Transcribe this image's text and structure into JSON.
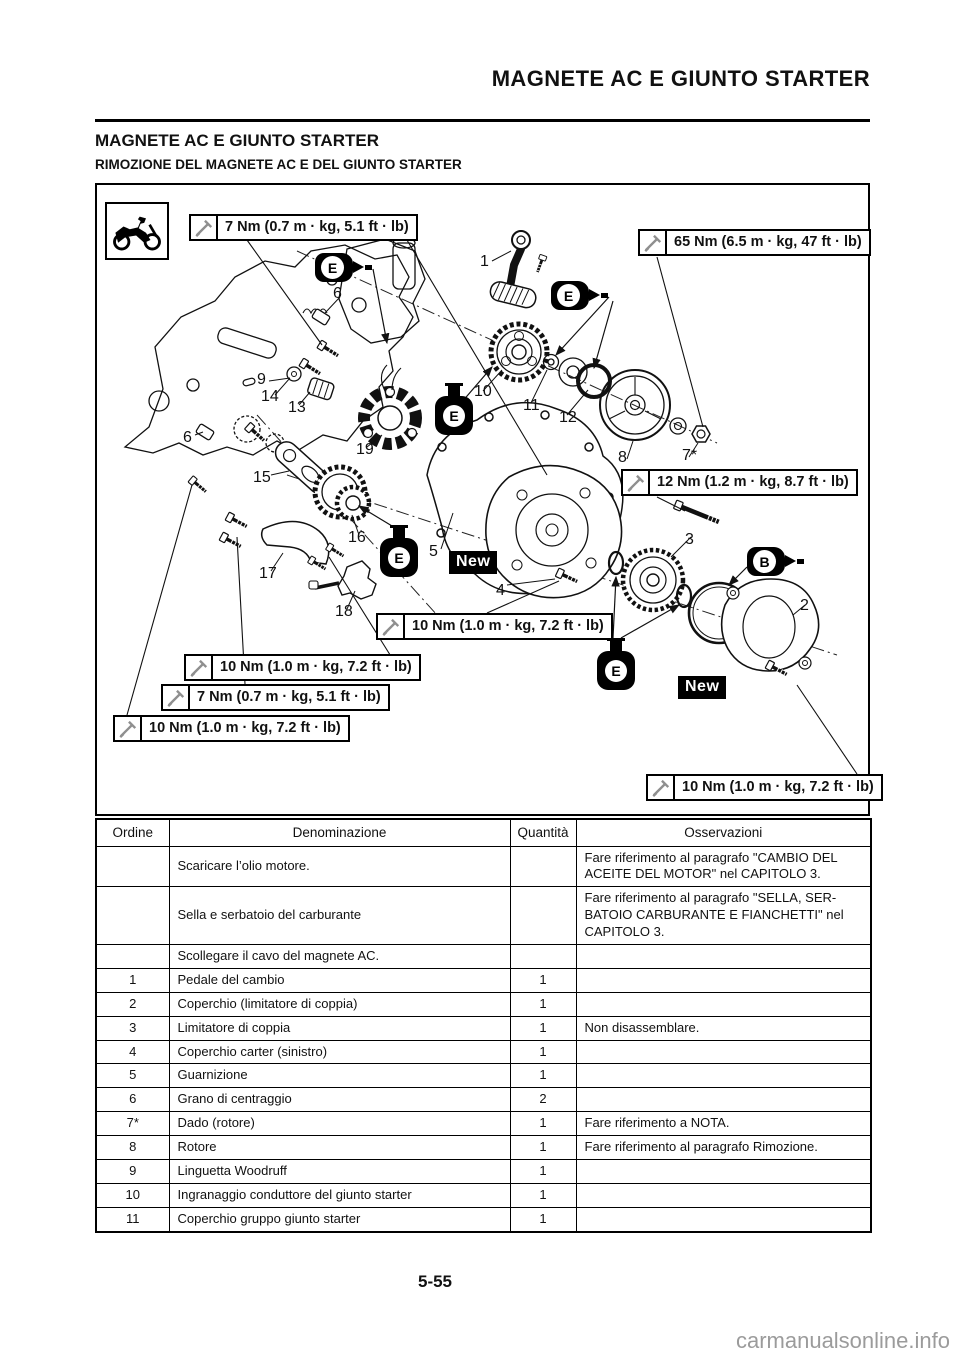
{
  "page": {
    "header_title": "MAGNETE AC E GIUNTO STARTER",
    "section_title": "MAGNETE AC E GIUNTO STARTER",
    "subsection_title": "RIMOZIONE DEL MAGNETE AC E DEL GIUNTO STARTER",
    "page_number": "5-55",
    "watermark": "carmanualsonline.info"
  },
  "figure": {
    "icons": {
      "moto": "motorcycle-icon",
      "wrench": "torque-wrench-icon",
      "oil": "oil-bottle-icon",
      "grease": "grease-applicator-icon"
    },
    "oil_letter": "E",
    "grease_letter": "B",
    "new_label": "New",
    "torque_callouts": [
      {
        "label": "7 Nm (0.7 m · kg, 5.1 ft · lb)"
      },
      {
        "label": "65 Nm (6.5 m · kg, 47 ft · lb)"
      },
      {
        "label": "12 Nm (1.2 m · kg, 8.7 ft · lb)"
      },
      {
        "label": "10 Nm (1.0 m · kg, 7.2 ft · lb)"
      },
      {
        "label": "10 Nm (1.0 m · kg, 7.2 ft · lb)"
      },
      {
        "label": "7 Nm (0.7 m · kg, 5.1 ft · lb)"
      },
      {
        "label": "10 Nm (1.0 m · kg, 7.2 ft · lb)"
      },
      {
        "label": "10 Nm (1.0 m · kg, 7.2 ft · lb)"
      }
    ],
    "part_labels": [
      "1",
      "2",
      "3",
      "4",
      "5",
      "6",
      "6",
      "7*",
      "8",
      "9",
      "10",
      "11",
      "12",
      "13",
      "14",
      "15",
      "16",
      "17",
      "18",
      "19"
    ]
  },
  "table": {
    "headers": [
      "Ordine",
      "Denominazione",
      "Quantità",
      "Osservazioni"
    ],
    "rows": [
      {
        "ordine": "",
        "denominazione": "Scaricare l’olio motore.",
        "quantita": "",
        "osservazioni": "Fare riferimento al paragrafo \"CAMBIO DEL ACEITE DEL MOTOR\" nel CAPITOLO 3."
      },
      {
        "ordine": "",
        "denominazione": "Sella e serbatoio del carburante",
        "quantita": "",
        "osservazioni": "Fare riferimento al paragrafo \"SELLA, SER-BATOIO CARBURANTE E FIANCHETTI\" nel CAPITOLO 3."
      },
      {
        "ordine": "",
        "denominazione": "Scollegare il cavo del magnete AC.",
        "quantita": "",
        "osservazioni": ""
      },
      {
        "ordine": "1",
        "denominazione": "Pedale del cambio",
        "quantita": "1",
        "osservazioni": ""
      },
      {
        "ordine": "2",
        "denominazione": "Coperchio (limitatore di coppia)",
        "quantita": "1",
        "osservazioni": ""
      },
      {
        "ordine": "3",
        "denominazione": "Limitatore di coppia",
        "quantita": "1",
        "osservazioni": "Non disassemblare."
      },
      {
        "ordine": "4",
        "denominazione": "Coperchio carter (sinistro)",
        "quantita": "1",
        "osservazioni": ""
      },
      {
        "ordine": "5",
        "denominazione": "Guarnizione",
        "quantita": "1",
        "osservazioni": ""
      },
      {
        "ordine": "6",
        "denominazione": "Grano di centraggio",
        "quantita": "2",
        "osservazioni": ""
      },
      {
        "ordine": "7*",
        "denominazione": "Dado (rotore)",
        "quantita": "1",
        "osservazioni": "Fare riferimento a NOTA."
      },
      {
        "ordine": "8",
        "denominazione": "Rotore",
        "quantita": "1",
        "osservazioni": "Fare riferimento al paragrafo Rimozione."
      },
      {
        "ordine": "9",
        "denominazione": "Linguetta Woodruff",
        "quantita": "1",
        "osservazioni": ""
      },
      {
        "ordine": "10",
        "denominazione": "Ingranaggio conduttore del giunto starter",
        "quantita": "1",
        "osservazioni": ""
      },
      {
        "ordine": "11",
        "denominazione": "Coperchio gruppo giunto starter",
        "quantita": "1",
        "osservazioni": ""
      }
    ]
  }
}
